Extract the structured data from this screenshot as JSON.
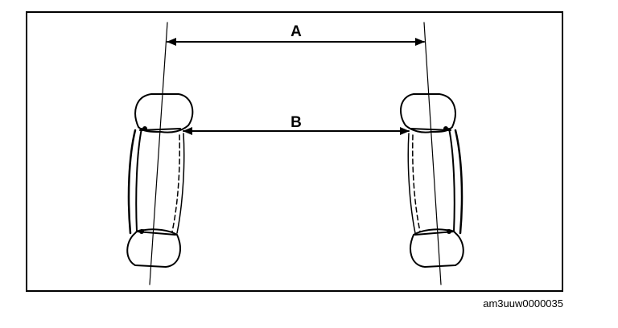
{
  "labels": {
    "dimension_a": "A",
    "dimension_b": "B"
  },
  "caption": "am3uuw0000035",
  "colors": {
    "line": "#000000",
    "background": "#ffffff"
  }
}
